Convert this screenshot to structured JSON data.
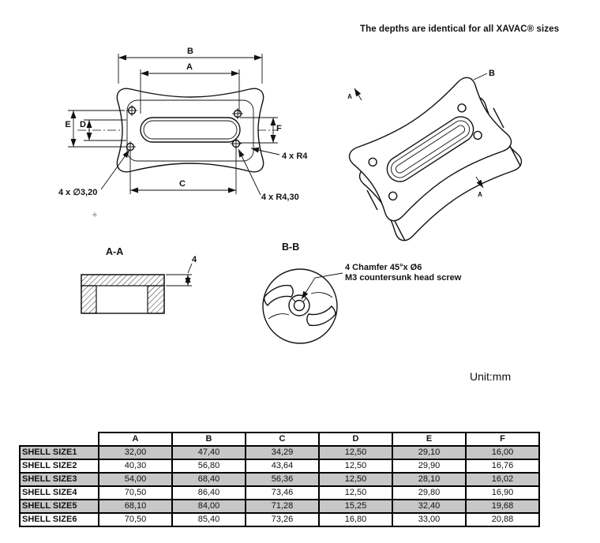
{
  "header": {
    "title": "The depths are identical for all XAVAC® sizes"
  },
  "unit_label": "Unit:mm",
  "plan_view": {
    "dim_b": "B",
    "dim_a": "A",
    "dim_c": "C",
    "dim_e": "E",
    "dim_d": "D",
    "dim_f": "F",
    "note_corner_radius": "4 x R4",
    "note_hole_diameter": "4 x ∅3,20",
    "note_inner_radius": "4 x R4,30"
  },
  "iso_view": {
    "label_b": "B",
    "label_a_top": "A",
    "label_a_bottom": "A"
  },
  "section_aa": {
    "label": "A-A",
    "dim_thickness": "4"
  },
  "section_bb": {
    "label": "B-B",
    "note_line1": "4 Chamfer 45°x Ø6",
    "note_line2": "M3 countersunk head screw"
  },
  "table": {
    "headers": [
      "A",
      "B",
      "C",
      "D",
      "E",
      "F"
    ],
    "rows": [
      {
        "label": "SHELL SIZE1",
        "values": [
          "32,00",
          "47,40",
          "34,29",
          "12,50",
          "29,10",
          "16,00"
        ]
      },
      {
        "label": "SHELL SIZE2",
        "values": [
          "40,30",
          "56,80",
          "43,64",
          "12,50",
          "29,90",
          "16,76"
        ]
      },
      {
        "label": "SHELL SIZE3",
        "values": [
          "54,00",
          "68,40",
          "56,36",
          "12,50",
          "28,10",
          "16,02"
        ]
      },
      {
        "label": "SHELL SIZE4",
        "values": [
          "70,50",
          "86,40",
          "73,46",
          "12,50",
          "29,80",
          "16,90"
        ]
      },
      {
        "label": "SHELL SIZE5",
        "values": [
          "68,10",
          "84,00",
          "71,28",
          "15,25",
          "32,40",
          "19,68"
        ]
      },
      {
        "label": "SHELL SIZE6",
        "values": [
          "70,50",
          "85,40",
          "73,26",
          "16,80",
          "33,00",
          "20,88"
        ]
      }
    ]
  }
}
